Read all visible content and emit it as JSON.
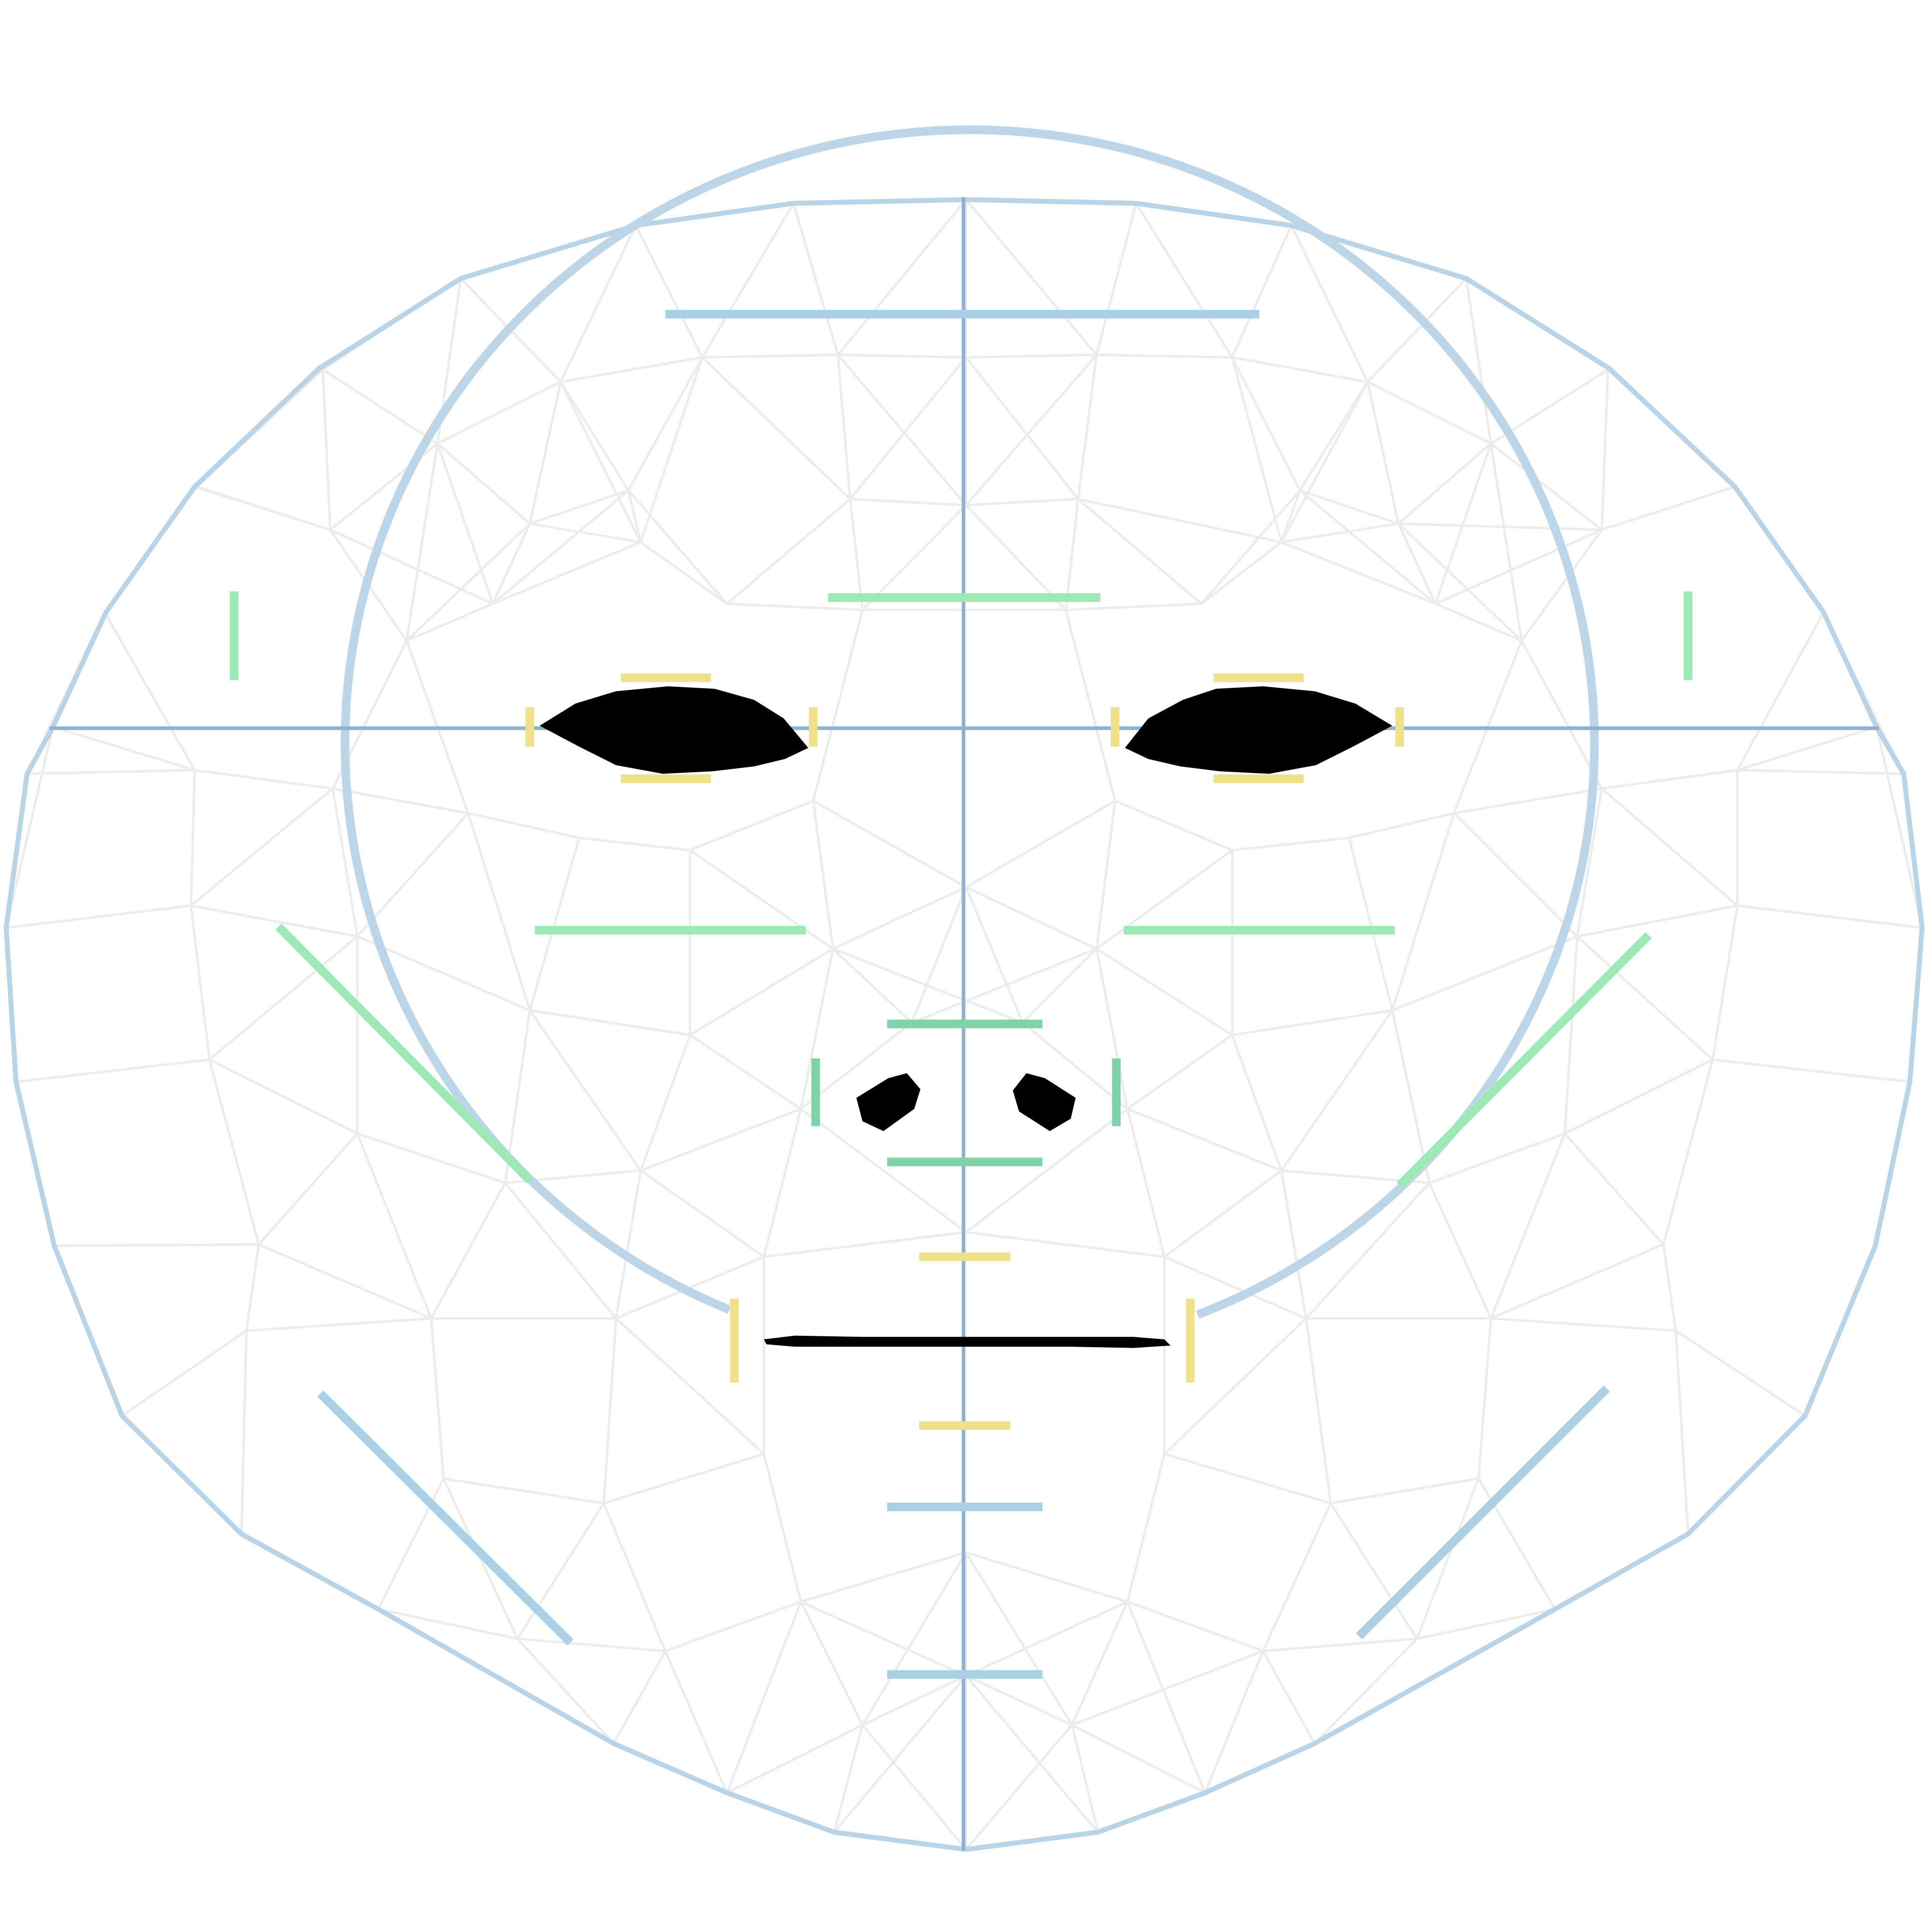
{
  "diagram": {
    "kind": "face-landmark-measurement-overlay",
    "text_labels": [],
    "colors": {
      "background": "#ffffff",
      "mesh": "#ececec",
      "outline_blue": "#b9d4e6",
      "axis_blue": "#8eb2cf",
      "measure_blue": "#abcfe5",
      "green": "#9ce9b4",
      "dark_green": "#80d3a8",
      "yellow": "#efe08a",
      "features": "#000000"
    },
    "elements": [
      "face-contour-outline",
      "head-circle",
      "vertical-midline",
      "horizontal-eye-line",
      "forehead-measure-line",
      "brow-line",
      "left-eye",
      "right-eye",
      "left-nostril",
      "right-nostril",
      "mouth",
      "cheek-lines",
      "jaw-lines",
      "chin-ticks",
      "triangulated-face-mesh"
    ]
  }
}
